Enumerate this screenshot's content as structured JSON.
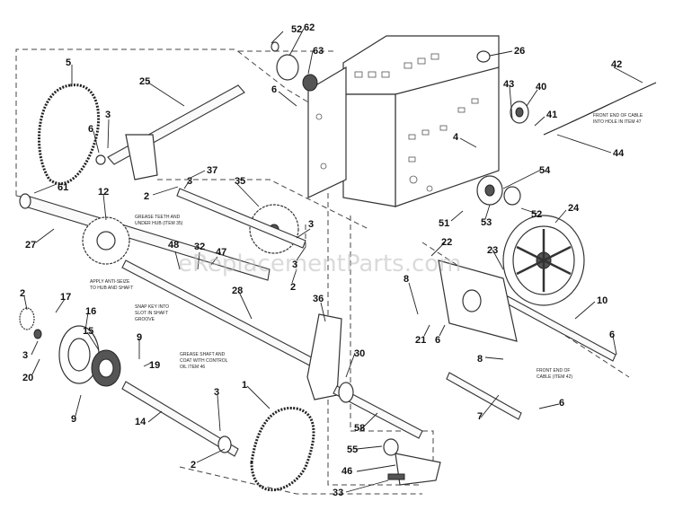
{
  "watermark": "eReplacementParts.com",
  "callouts": [
    {
      "id": "c52a",
      "label": "52"
    },
    {
      "id": "c62",
      "label": "62"
    },
    {
      "id": "c63",
      "label": "63"
    },
    {
      "id": "c6a",
      "label": "6"
    },
    {
      "id": "c26",
      "label": "26"
    },
    {
      "id": "c42",
      "label": "42"
    },
    {
      "id": "c43",
      "label": "43"
    },
    {
      "id": "c40",
      "label": "40"
    },
    {
      "id": "c41",
      "label": "41"
    },
    {
      "id": "c4",
      "label": "4"
    },
    {
      "id": "c44",
      "label": "44"
    },
    {
      "id": "c5",
      "label": "5"
    },
    {
      "id": "c25",
      "label": "25"
    },
    {
      "id": "c3a",
      "label": "3"
    },
    {
      "id": "c6b",
      "label": "6"
    },
    {
      "id": "c37",
      "label": "37"
    },
    {
      "id": "c3b",
      "label": "3"
    },
    {
      "id": "c2a",
      "label": "2"
    },
    {
      "id": "c35",
      "label": "35"
    },
    {
      "id": "c54",
      "label": "54"
    },
    {
      "id": "c61",
      "label": "61"
    },
    {
      "id": "c12",
      "label": "12"
    },
    {
      "id": "c51",
      "label": "51"
    },
    {
      "id": "c53",
      "label": "53"
    },
    {
      "id": "c52b",
      "label": "52"
    },
    {
      "id": "c24",
      "label": "24"
    },
    {
      "id": "c27",
      "label": "27"
    },
    {
      "id": "c48",
      "label": "48"
    },
    {
      "id": "c32",
      "label": "32"
    },
    {
      "id": "c47",
      "label": "47"
    },
    {
      "id": "c3c",
      "label": "3"
    },
    {
      "id": "c3d",
      "label": "3"
    },
    {
      "id": "c2b",
      "label": "2"
    },
    {
      "id": "c22",
      "label": "22"
    },
    {
      "id": "c23",
      "label": "23"
    },
    {
      "id": "c28",
      "label": "28"
    },
    {
      "id": "c36",
      "label": "36"
    },
    {
      "id": "c8a",
      "label": "8"
    },
    {
      "id": "c10",
      "label": "10"
    },
    {
      "id": "c2c",
      "label": "2"
    },
    {
      "id": "c17",
      "label": "17"
    },
    {
      "id": "c16",
      "label": "16"
    },
    {
      "id": "c21",
      "label": "21"
    },
    {
      "id": "c6c",
      "label": "6"
    },
    {
      "id": "c6d",
      "label": "6"
    },
    {
      "id": "c15",
      "label": "15"
    },
    {
      "id": "c9a",
      "label": "9"
    },
    {
      "id": "c19",
      "label": "19"
    },
    {
      "id": "c3e",
      "label": "3"
    },
    {
      "id": "c20",
      "label": "20"
    },
    {
      "id": "c30",
      "label": "30"
    },
    {
      "id": "c8b",
      "label": "8"
    },
    {
      "id": "c9b",
      "label": "9"
    },
    {
      "id": "c3f",
      "label": "3"
    },
    {
      "id": "c1",
      "label": "1"
    },
    {
      "id": "c14",
      "label": "14"
    },
    {
      "id": "c58",
      "label": "58"
    },
    {
      "id": "c7",
      "label": "7"
    },
    {
      "id": "c6e",
      "label": "6"
    },
    {
      "id": "c2d",
      "label": "2"
    },
    {
      "id": "c55",
      "label": "55"
    },
    {
      "id": "c46",
      "label": "46"
    },
    {
      "id": "c33",
      "label": "33"
    }
  ],
  "notes": {
    "cable_top_1": "FRONT END OF CABLE",
    "cable_top_2": "INTO HOLE IN ITEM 47",
    "grease_1": "GREASE TEETH AND",
    "grease_2": "UNDER HUB (ITEM 35)",
    "apply_1": "APPLY ANTI-SEIZE",
    "apply_2": "TO HUB AND SHAFT",
    "key_1": "SNAP KEY INTO",
    "key_2": "SLOT IN SHAFT",
    "key_3": "GROOVE",
    "grease2_1": "GREASE SHAFT AND",
    "grease2_2": "COAT WITH CONTROL",
    "grease2_3": "OIL ITEM 46",
    "cable_bot_1": "FRONT END OF",
    "cable_bot_2": "CABLE (ITEM 42)"
  }
}
